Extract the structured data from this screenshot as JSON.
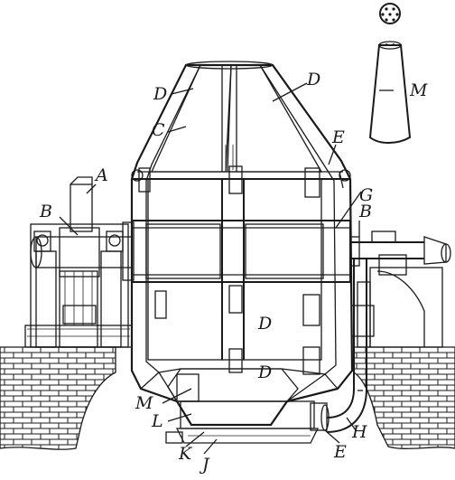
{
  "figure": {
    "labels": [
      {
        "id": "A",
        "text": "A"
      },
      {
        "id": "B-left",
        "text": "B"
      },
      {
        "id": "B-right",
        "text": "B"
      },
      {
        "id": "C",
        "text": "C"
      },
      {
        "id": "D-top-left",
        "text": "D"
      },
      {
        "id": "D-top-right",
        "text": "D"
      },
      {
        "id": "D-middle",
        "text": "D"
      },
      {
        "id": "D-lower",
        "text": "D"
      },
      {
        "id": "E-upper",
        "text": "E"
      },
      {
        "id": "E-lower",
        "text": "E"
      },
      {
        "id": "G",
        "text": "G"
      },
      {
        "id": "H",
        "text": "H"
      },
      {
        "id": "J",
        "text": "J"
      },
      {
        "id": "K",
        "text": "K"
      },
      {
        "id": "L",
        "text": "L"
      },
      {
        "id": "M-nozzle",
        "text": "M"
      },
      {
        "id": "M-bottom",
        "text": "M"
      }
    ]
  }
}
